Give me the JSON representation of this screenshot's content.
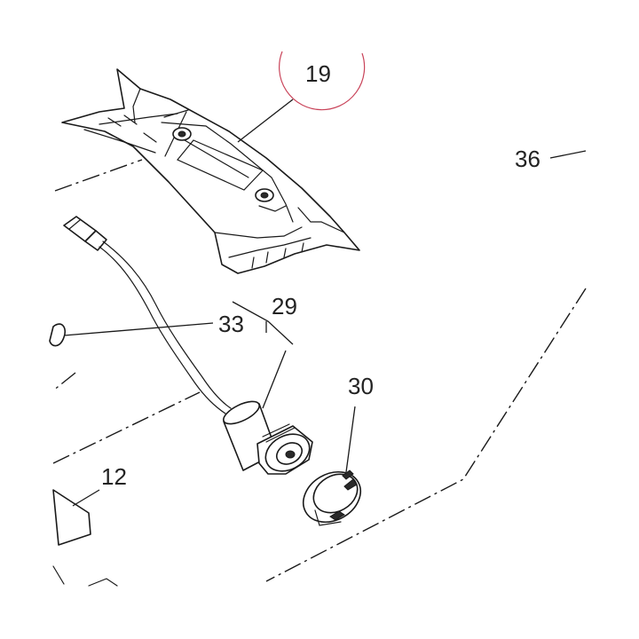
{
  "callouts": {
    "c19": "19",
    "c36": "36",
    "c29": "29",
    "c33": "33",
    "c30": "30",
    "c12": "12"
  },
  "colors": {
    "line": "#1a1a1a",
    "highlight": "#c9445a"
  }
}
